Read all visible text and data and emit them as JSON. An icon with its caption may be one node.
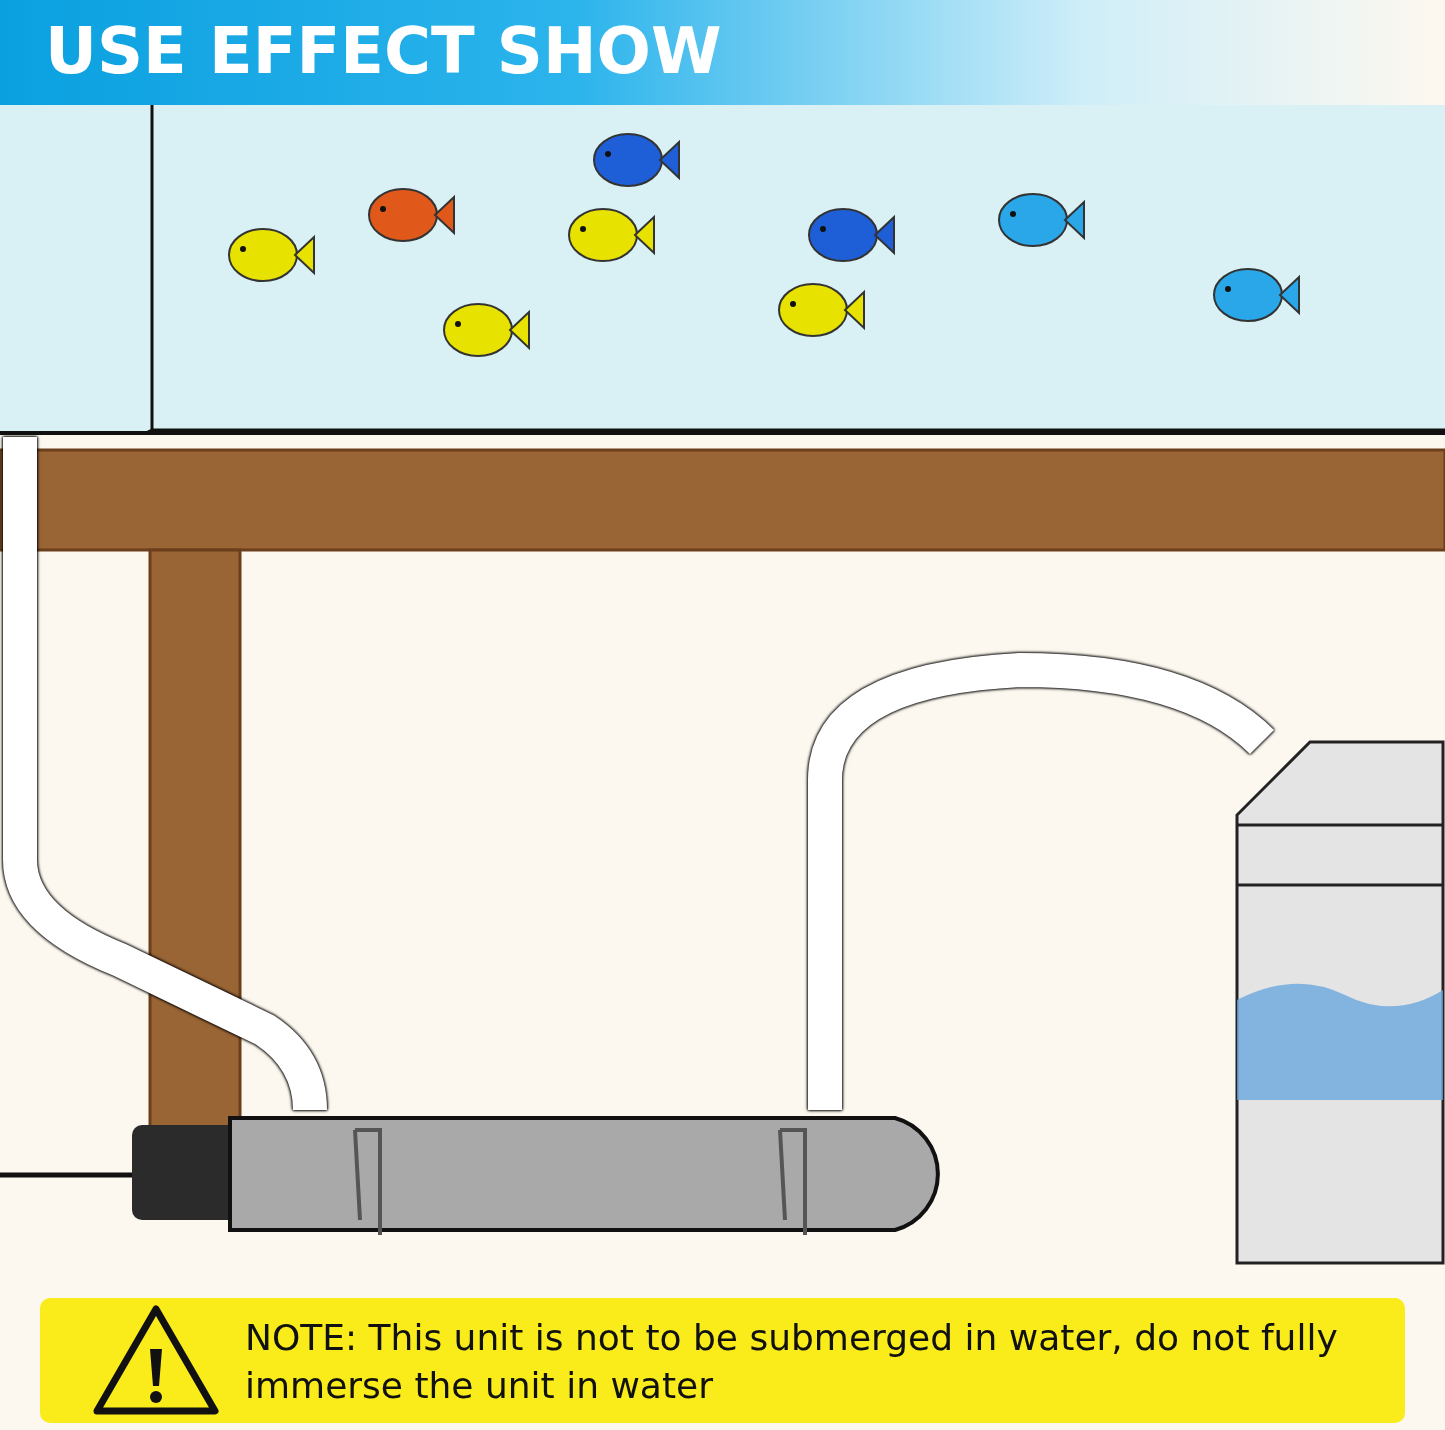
{
  "diagram": {
    "title": "USE EFFECT SHOW",
    "nodes": [
      {
        "text": [],
        "shape": "box"
      },
      {
        "text": [],
        "shape": "cylinder"
      },
      {
        "text": [],
        "shape": "box"
      }
    ],
    "edges": [
      {
        "from": 0,
        "to": 1,
        "arrow": "none"
      },
      {
        "from": 1,
        "to": 2,
        "arrow": "none"
      }
    ],
    "labels": [
      "NOTE: This unit is not to be submerged in water, do not fully immerse the unit in water"
    ]
  }
}
